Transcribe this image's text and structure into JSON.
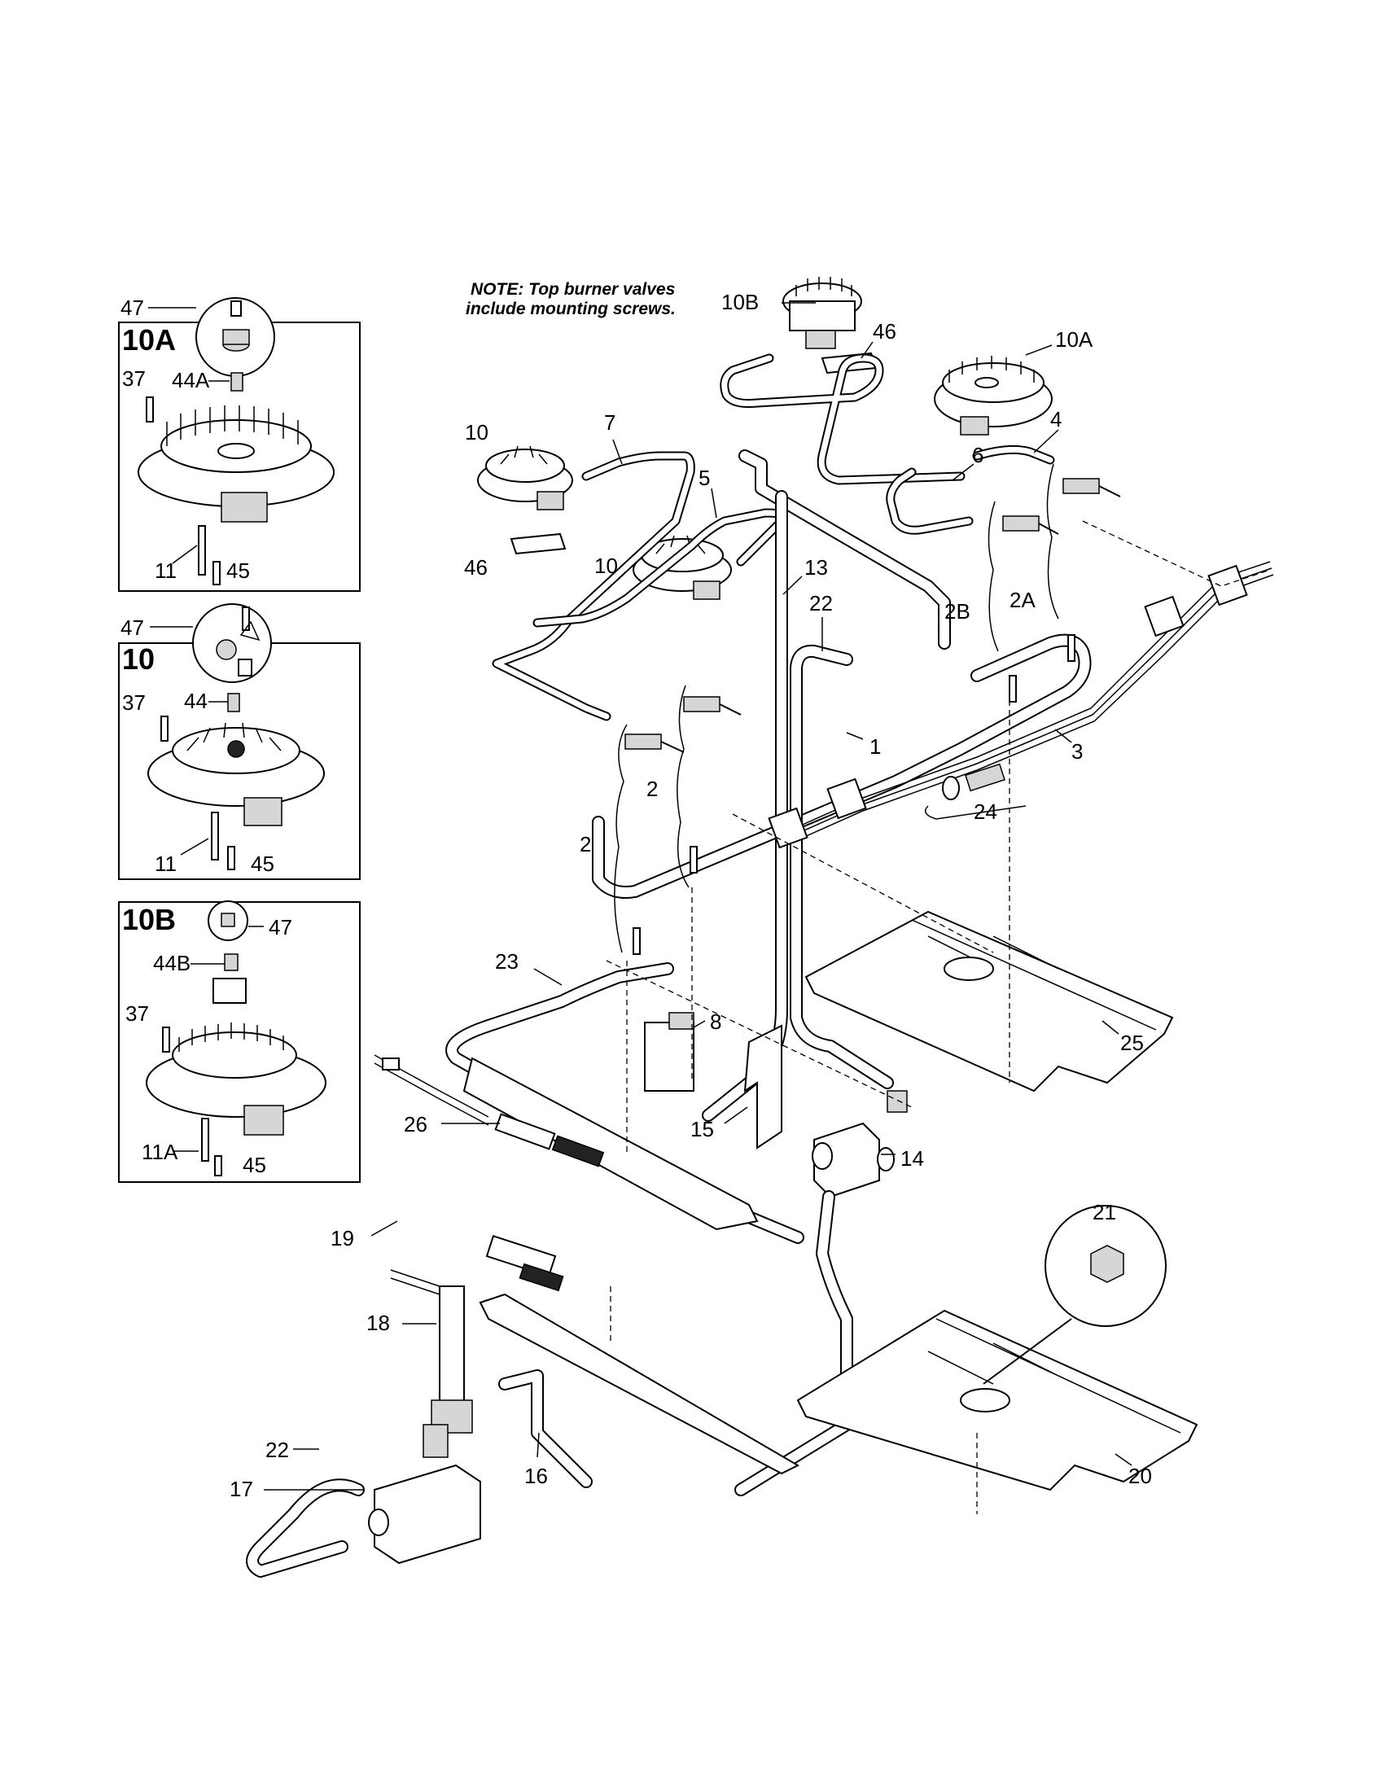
{
  "note": {
    "line1": "NOTE: Top burner valves",
    "line2": "include mounting screws."
  },
  "inset_boxes": [
    {
      "title": "10A",
      "labels": [
        "47",
        "37",
        "44A",
        "11",
        "45"
      ]
    },
    {
      "title": "10",
      "labels": [
        "47",
        "37",
        "44",
        "11",
        "45"
      ]
    },
    {
      "title": "10B",
      "labels": [
        "47",
        "44B",
        "37",
        "11A",
        "45"
      ]
    }
  ],
  "callouts": {
    "c10B": "10B",
    "c46a": "46",
    "c10Aa": "10A",
    "c7": "7",
    "c10a": "10",
    "c4": "4",
    "c6": "6",
    "c5": "5",
    "c46b": "46",
    "c10b": "10",
    "c13": "13",
    "c22a": "22",
    "c2B": "2B",
    "c2A": "2A",
    "c1": "1",
    "c3": "3",
    "c2a": "2",
    "c2b": "2",
    "c24": "24",
    "c23": "23",
    "c8": "8",
    "c25": "25",
    "c26": "26",
    "c15": "15",
    "c14": "14",
    "c19": "19",
    "c21": "21",
    "c18": "18",
    "c22b": "22",
    "c16": "16",
    "c20": "20",
    "c17": "17"
  }
}
